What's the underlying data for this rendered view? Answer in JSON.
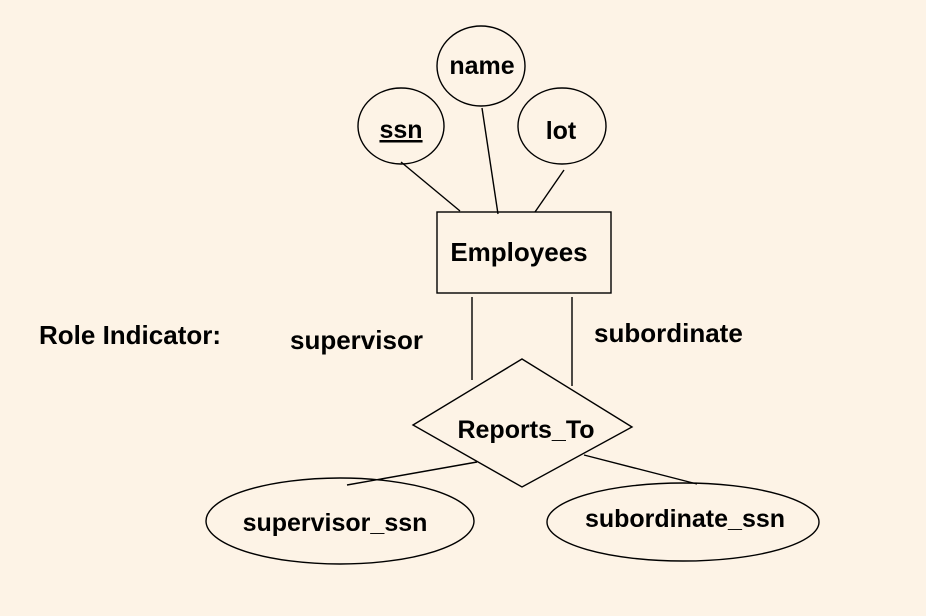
{
  "entity": {
    "label": "Employees"
  },
  "attributes": {
    "ssn": "ssn",
    "name": "name",
    "lot": "lot"
  },
  "relationship": {
    "label": "Reports_To"
  },
  "role_indicator": {
    "label": "Role Indicator:"
  },
  "roles": {
    "supervisor": "supervisor",
    "subordinate": "subordinate"
  },
  "relationship_attributes": {
    "supervisor_ssn": "supervisor_ssn",
    "subordinate_ssn": "subordinate_ssn"
  },
  "colors": {
    "background": "#fdf3e6",
    "ink": "#000000"
  }
}
